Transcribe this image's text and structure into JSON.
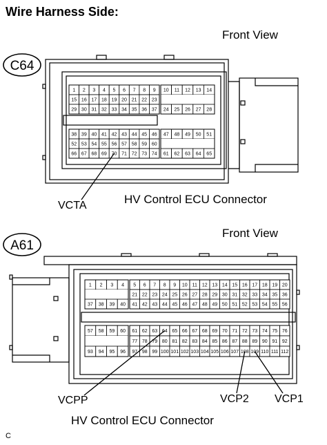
{
  "header": {
    "title": "Wire Harness Side:",
    "footer_mark": "C"
  },
  "c64": {
    "id": "C64",
    "view": "Front View",
    "connector_name": "HV Control ECU Connector",
    "callouts": [
      {
        "label": "VCTA",
        "pin": "70"
      }
    ],
    "blocks": [
      {
        "cols": 9,
        "rows": 3,
        "pins": [
          "1",
          "2",
          "3",
          "4",
          "5",
          "6",
          "7",
          "8",
          "9",
          "15",
          "16",
          "17",
          "18",
          "19",
          "20",
          "21",
          "22",
          "23",
          "29",
          "30",
          "31",
          "32",
          "33",
          "34",
          "35",
          "36",
          "37"
        ]
      },
      {
        "cols": 5,
        "rows": 3,
        "pins": [
          "10",
          "11",
          "12",
          "13",
          "14",
          "",
          "",
          "",
          "",
          "",
          "24",
          "25",
          "26",
          "27",
          "28"
        ]
      },
      {
        "cols": 9,
        "rows": 3,
        "pins": [
          "38",
          "39",
          "40",
          "41",
          "42",
          "43",
          "44",
          "45",
          "46",
          "52",
          "53",
          "54",
          "55",
          "56",
          "57",
          "58",
          "59",
          "60",
          "66",
          "67",
          "68",
          "69",
          "70",
          "71",
          "72",
          "73",
          "74"
        ]
      },
      {
        "cols": 5,
        "rows": 3,
        "pins": [
          "47",
          "48",
          "49",
          "50",
          "51",
          "",
          "",
          "",
          "",
          "",
          "61",
          "62",
          "63",
          "64",
          "65"
        ]
      }
    ]
  },
  "a61": {
    "id": "A61",
    "view": "Front View",
    "connector_name": "HV Control ECU Connector",
    "callouts": [
      {
        "label": "VCPP",
        "pin": "64"
      },
      {
        "label": "VCP2",
        "pin": "108"
      },
      {
        "label": "VCP1",
        "pin": "109"
      }
    ],
    "blocks": [
      {
        "cols": 4,
        "rows": 3,
        "pins": [
          "1",
          "2",
          "3",
          "4",
          "",
          "",
          "",
          "",
          "37",
          "38",
          "39",
          "40"
        ]
      },
      {
        "cols": 16,
        "rows": 3,
        "pins": [
          "5",
          "6",
          "7",
          "8",
          "9",
          "10",
          "11",
          "12",
          "13",
          "14",
          "15",
          "16",
          "17",
          "18",
          "19",
          "20",
          "21",
          "22",
          "23",
          "24",
          "25",
          "26",
          "27",
          "28",
          "29",
          "30",
          "31",
          "32",
          "33",
          "34",
          "35",
          "36",
          "41",
          "42",
          "43",
          "44",
          "45",
          "46",
          "47",
          "48",
          "49",
          "50",
          "51",
          "52",
          "53",
          "54",
          "55",
          "56"
        ]
      },
      {
        "cols": 4,
        "rows": 3,
        "pins": [
          "57",
          "58",
          "59",
          "60",
          "",
          "",
          "",
          "",
          "93",
          "94",
          "95",
          "96"
        ]
      },
      {
        "cols": 16,
        "rows": 3,
        "pins": [
          "61",
          "62",
          "63",
          "64",
          "65",
          "66",
          "67",
          "68",
          "69",
          "70",
          "71",
          "72",
          "73",
          "74",
          "75",
          "76",
          "77",
          "78",
          "79",
          "80",
          "81",
          "82",
          "83",
          "84",
          "85",
          "86",
          "87",
          "88",
          "89",
          "90",
          "91",
          "92",
          "97",
          "98",
          "99",
          "100",
          "101",
          "102",
          "103",
          "104",
          "105",
          "106",
          "107",
          "108",
          "109",
          "110",
          "111",
          "112"
        ]
      }
    ]
  }
}
